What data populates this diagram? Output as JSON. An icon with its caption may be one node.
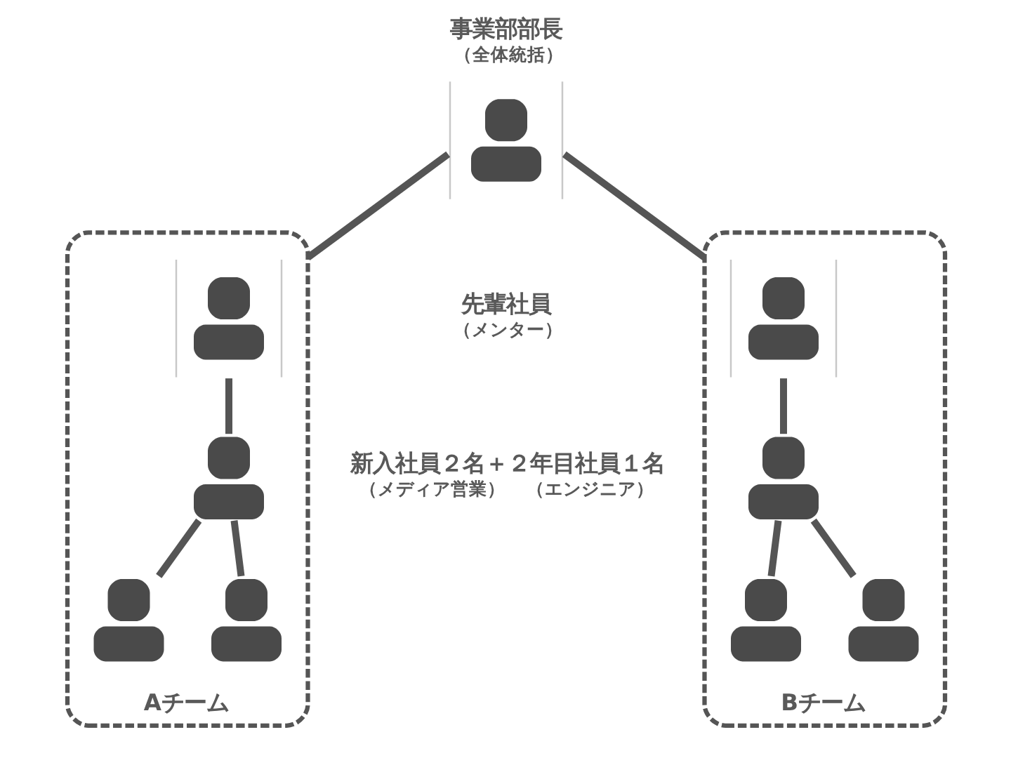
{
  "diagram": {
    "nodes": [
      {
        "text": [],
        "shape": "person",
        "beside": [
          "事業部部長",
          "（全体統括）"
        ]
      },
      {
        "text": [
          "Aチーム"
        ]
      },
      {
        "text": [],
        "shape": "person",
        "in": 1
      },
      {
        "text": [],
        "shape": "person",
        "in": 1
      },
      {
        "text": [],
        "shape": "person",
        "in": 1
      },
      {
        "text": [],
        "shape": "person",
        "in": 1
      },
      {
        "text": [
          "Bチーム"
        ]
      },
      {
        "text": [],
        "shape": "person",
        "in": 6
      },
      {
        "text": [],
        "shape": "person",
        "in": 6
      },
      {
        "text": [],
        "shape": "person",
        "in": 6
      },
      {
        "text": [],
        "shape": "person",
        "in": 6
      }
    ],
    "edges": [
      {
        "from": 0,
        "to": 1,
        "arrow": "none"
      },
      {
        "from": 0,
        "to": 6,
        "arrow": "none"
      },
      {
        "from": 2,
        "to": 3,
        "arrow": "none"
      },
      {
        "from": 3,
        "to": 4,
        "arrow": "none"
      },
      {
        "from": 3,
        "to": 5,
        "arrow": "none"
      },
      {
        "from": 7,
        "to": 8,
        "arrow": "none"
      },
      {
        "from": 8,
        "to": 9,
        "arrow": "none"
      },
      {
        "from": 8,
        "to": 10,
        "arrow": "none"
      }
    ],
    "labels": [
      "先輩社員",
      "（メンター）",
      "新入社員２名＋２年目社員１名",
      "（メディア営業）",
      "（エンジニア）"
    ]
  }
}
